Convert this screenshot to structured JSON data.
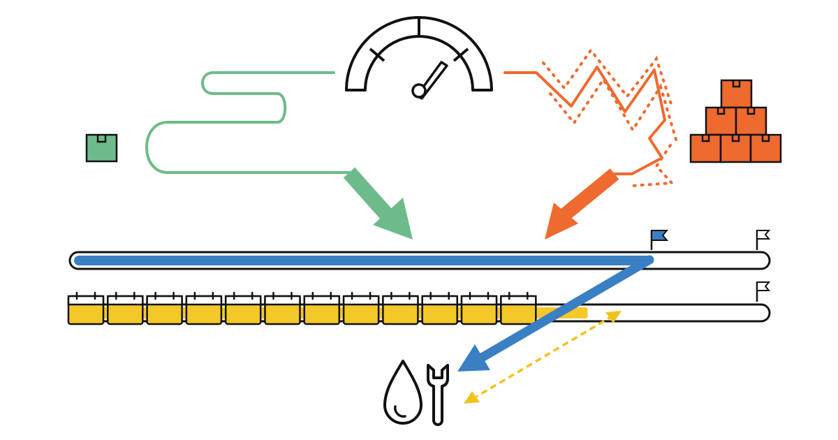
{
  "colors": {
    "outline": "#111111",
    "green": "#6dbb8a",
    "orange": "#ee6a2f",
    "blue": "#3a7fc4",
    "yellow": "#f5c829",
    "yellow_dash": "#f2c21b",
    "background": "#ffffff"
  },
  "icons": {
    "single_box": "box-icon",
    "box_stack": "box-stack-icon",
    "speedometer": "speedometer-icon",
    "finish_flag_blue": "flag-icon",
    "finish_flag_top": "flag-icon",
    "finish_flag_bottom": "flag-icon",
    "calendar": "calendar-icon",
    "oil_drop": "oil-drop-icon",
    "wrench": "wrench-icon"
  },
  "progress": {
    "top_bar_fraction": 0.83,
    "bottom_bar_fraction": 0.74
  },
  "calendar_count": 12
}
